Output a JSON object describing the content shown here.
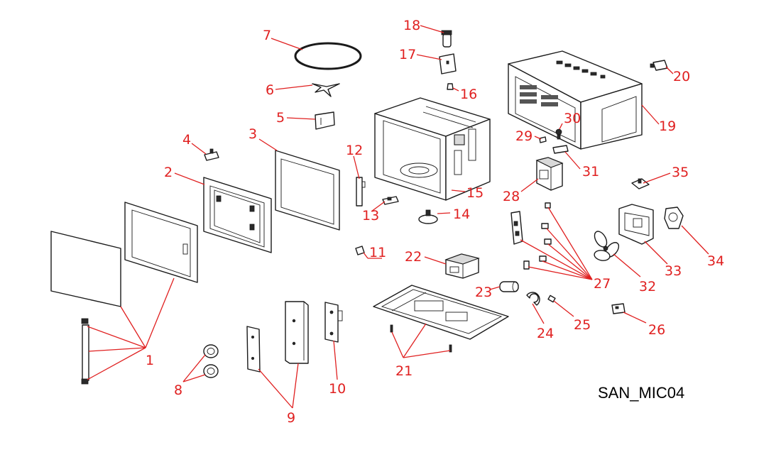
{
  "diagram_code": "SAN_MIC04",
  "colors": {
    "leader": "#e02020",
    "outline": "#1a1a1a",
    "background": "#ffffff"
  },
  "labels": {
    "n1": "1",
    "n2": "2",
    "n3": "3",
    "n4": "4",
    "n5": "5",
    "n6": "6",
    "n7": "7",
    "n8": "8",
    "n9": "9",
    "n10": "10",
    "n11": "11",
    "n12": "12",
    "n13": "13",
    "n14": "14",
    "n15": "15",
    "n16": "16",
    "n17": "17",
    "n18": "18",
    "n19": "19",
    "n20": "20",
    "n21": "21",
    "n22": "22",
    "n23": "23",
    "n24": "24",
    "n25": "25",
    "n26": "26",
    "n27": "27",
    "n28": "28",
    "n29": "29",
    "n30": "30",
    "n31": "31",
    "n32": "32",
    "n33": "33",
    "n34": "34",
    "n35": "35"
  }
}
